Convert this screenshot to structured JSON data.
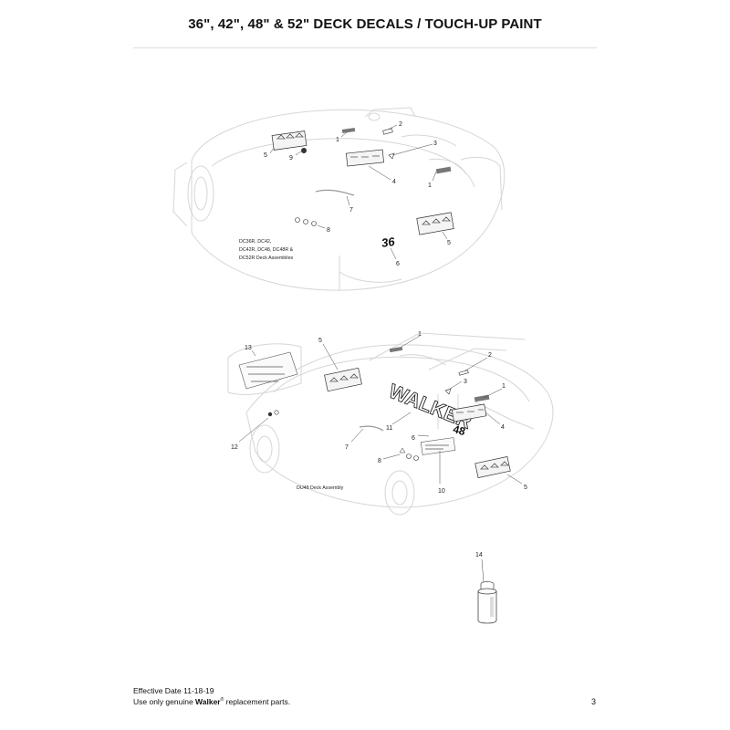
{
  "header": {
    "title": "36\", 42\", 48\" & 52\" DECK DECALS / TOUCH-UP PAINT"
  },
  "top_diagram": {
    "caption_lines": [
      "DC36R, DC42,",
      "DC42R, DC48, DC48R &",
      "DC52R Deck Assemblies"
    ],
    "deck_size_text": "36",
    "callouts": [
      "1",
      "2",
      "3",
      "4",
      "5",
      "9",
      "7",
      "8",
      "1",
      "5",
      "6"
    ]
  },
  "bottom_diagram": {
    "caption": "DU48 Deck Assembly",
    "brand_text": "WALKER",
    "deck_size_text": "48",
    "callouts": [
      "13",
      "5",
      "1",
      "2",
      "3",
      "1",
      "4",
      "11",
      "6",
      "12",
      "7",
      "8",
      "10",
      "5"
    ]
  },
  "paint_diagram": {
    "callouts": [
      "14"
    ]
  },
  "footer": {
    "effective_date": "Effective Date 11-18-19",
    "note_prefix": "Use only genuine ",
    "note_brand": "Walker",
    "note_mark": "®",
    "note_suffix": " replacement parts.",
    "page_number": "3"
  }
}
